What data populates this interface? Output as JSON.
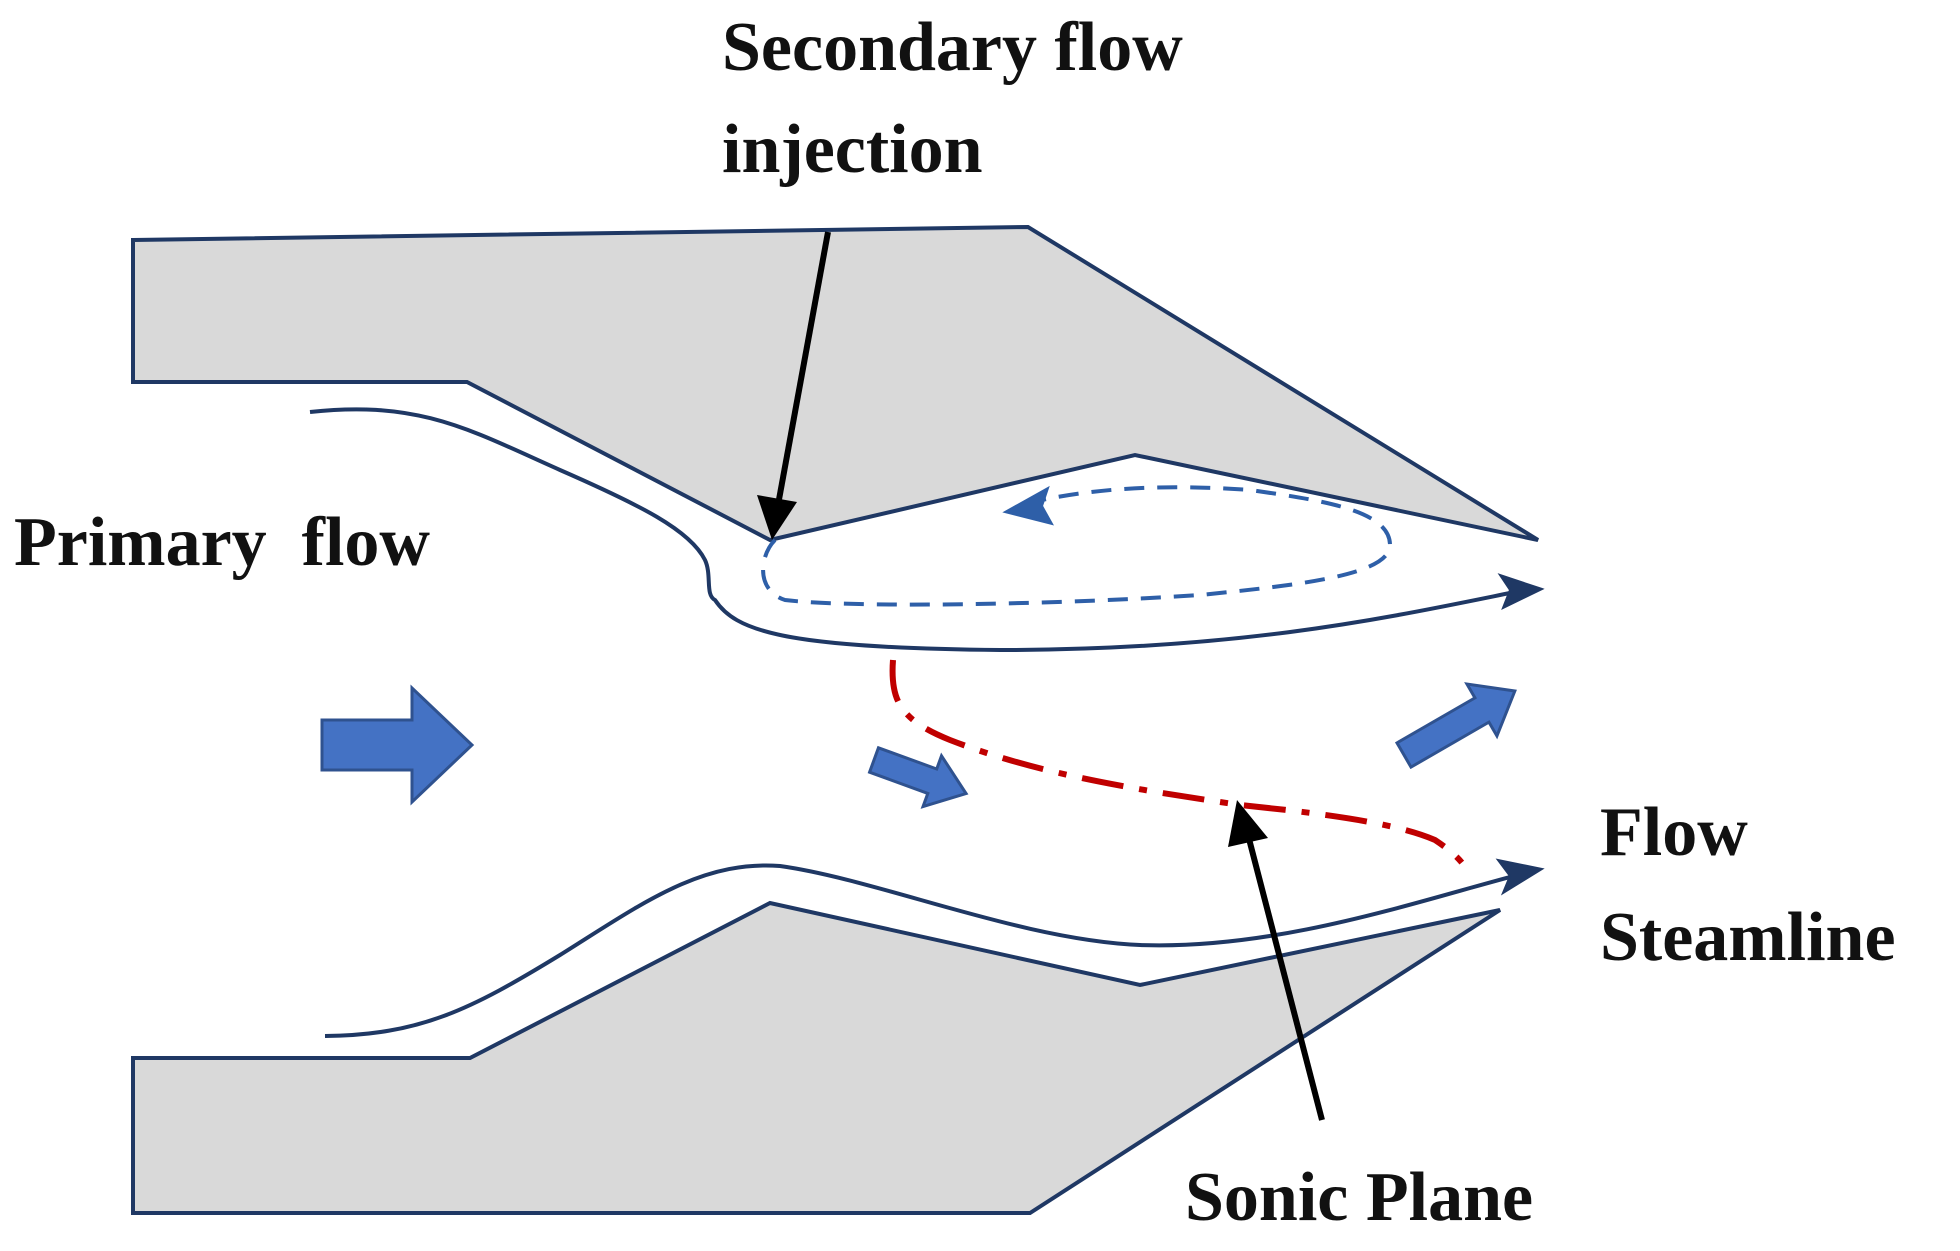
{
  "labels": {
    "secondary_injection_line1": "Secondary flow",
    "secondary_injection_line2": "injection",
    "primary_flow": "Primary  flow",
    "flow_streamline_line1": "Flow",
    "flow_streamline_line2": "Steamline",
    "sonic_plane": "Sonic Plane"
  },
  "colors": {
    "wall_fill": "#d9d9d9",
    "wall_stroke": "#1f3864",
    "flow_arrow_fill": "#4472c4",
    "flow_arrow_stroke": "#2f528f",
    "recirculation": "#2e5fa8",
    "sonic_plane": "#c00000",
    "pointer": "#000000",
    "text": "#111111"
  }
}
